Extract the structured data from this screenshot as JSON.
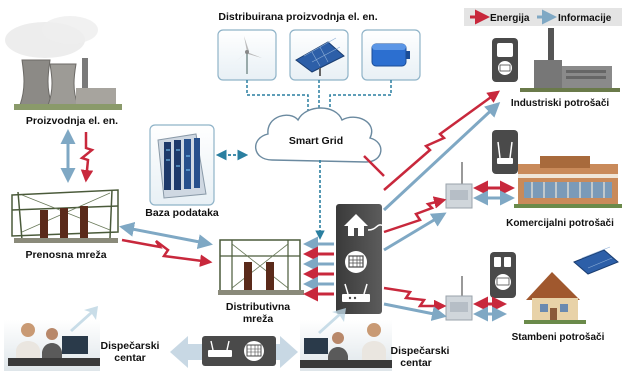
{
  "legend": {
    "energy": "Energija",
    "info": "Informacije"
  },
  "labels": {
    "distributed_generation": "Distribuirana proizvodnja el. en.",
    "generation": "Proizvodnja el. en.",
    "smart_grid": "Smart Grid",
    "database": "Baza podataka",
    "transmission": "Prenosna mreža",
    "distribution_line1": "Distributivna",
    "distribution_line2": "mreža",
    "dispatch_left_line1": "Dispečarski",
    "dispatch_left_line2": "centar",
    "dispatch_right_line1": "Dispečarski",
    "dispatch_right_line2": "centar",
    "industrial": "Industriski potrošači",
    "commercial": "Komercijalni potrošači",
    "residential": "Stambeni potrošači"
  },
  "colors": {
    "energy": "#c8283c",
    "info": "#7fa8c4",
    "dashed": "#2a7fa0",
    "hub": "#4a4a4a",
    "box_border": "#8fb3c8"
  },
  "icons": [
    "wind-turbine-icon",
    "solar-panel-icon",
    "battery-icon",
    "power-plant-icon",
    "server-icon",
    "cloud-icon",
    "substation-icon",
    "house-icon",
    "meter-icon",
    "router-icon",
    "factory-icon",
    "office-building-icon",
    "residential-house-icon",
    "operator-icon"
  ]
}
